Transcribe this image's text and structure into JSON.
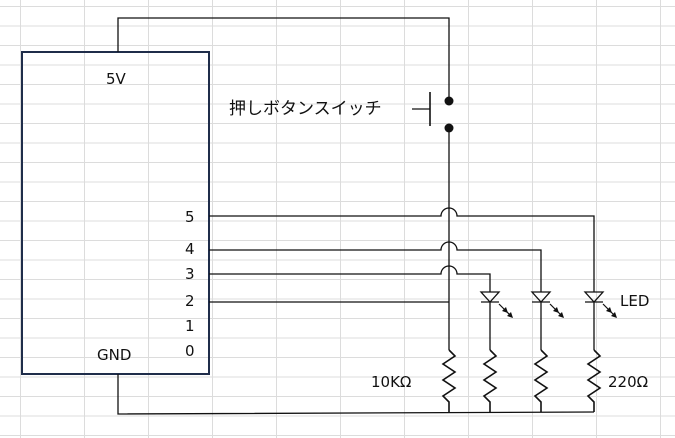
{
  "board": {
    "power_pin": "5V",
    "ground_pin": "GND",
    "pins": [
      "5",
      "4",
      "3",
      "2",
      "1",
      "0"
    ]
  },
  "switch": {
    "label": "押しボタンスイッチ"
  },
  "resistors": {
    "pulldown_label": "10KΩ",
    "led_label": "220Ω"
  },
  "led": {
    "label": "LED"
  },
  "colors": {
    "wire": "#111111",
    "board_border": "#1f2d4a",
    "grid": "#dcdcdc"
  }
}
